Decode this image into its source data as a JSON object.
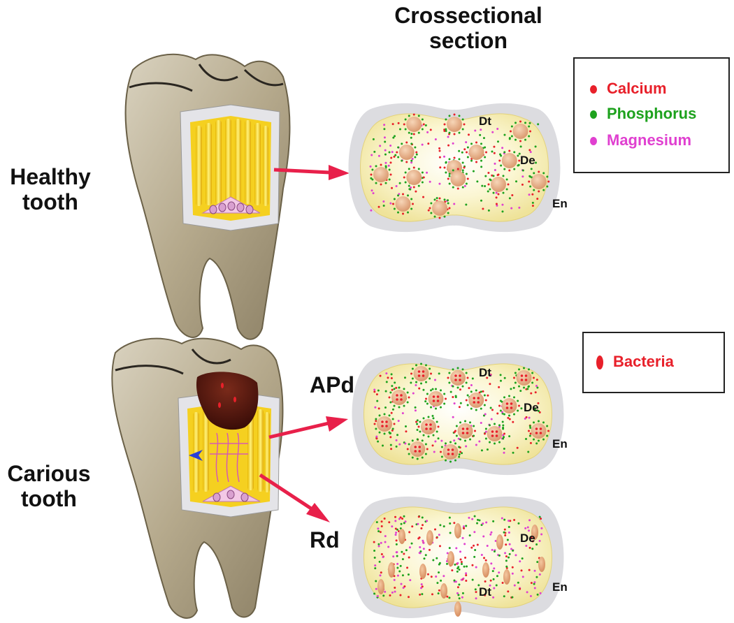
{
  "header": {
    "title_line1": "Crossectional",
    "title_line2": "section"
  },
  "rows": {
    "healthy": {
      "label_line1": "Healthy",
      "label_line2": "tooth"
    },
    "carious": {
      "label_line1": "Carious",
      "label_line2": "tooth",
      "apd": "APd",
      "rd": "Rd"
    }
  },
  "section_labels": {
    "dentinal_tubule": "Dt",
    "dentin": "De",
    "enamel": "En"
  },
  "legend_minerals": [
    {
      "label": "Calcium",
      "color": "#e8202a"
    },
    {
      "label": "Phosphorus",
      "color": "#1ea21e"
    },
    {
      "label": "Magnesium",
      "color": "#e040d0"
    }
  ],
  "legend_bacteria": {
    "label": "Bacteria",
    "color": "#e8202a"
  },
  "colors": {
    "enamel": "#dcdce0",
    "dentin": "#f6efb4",
    "tubule": "#e2a47c",
    "arrow": "#e8204a",
    "tooth": "#bfb49a",
    "pulp_yellow": "#f5d020",
    "decay": "#5a1a10",
    "arrowhead_blue": "#2a3fd8"
  }
}
